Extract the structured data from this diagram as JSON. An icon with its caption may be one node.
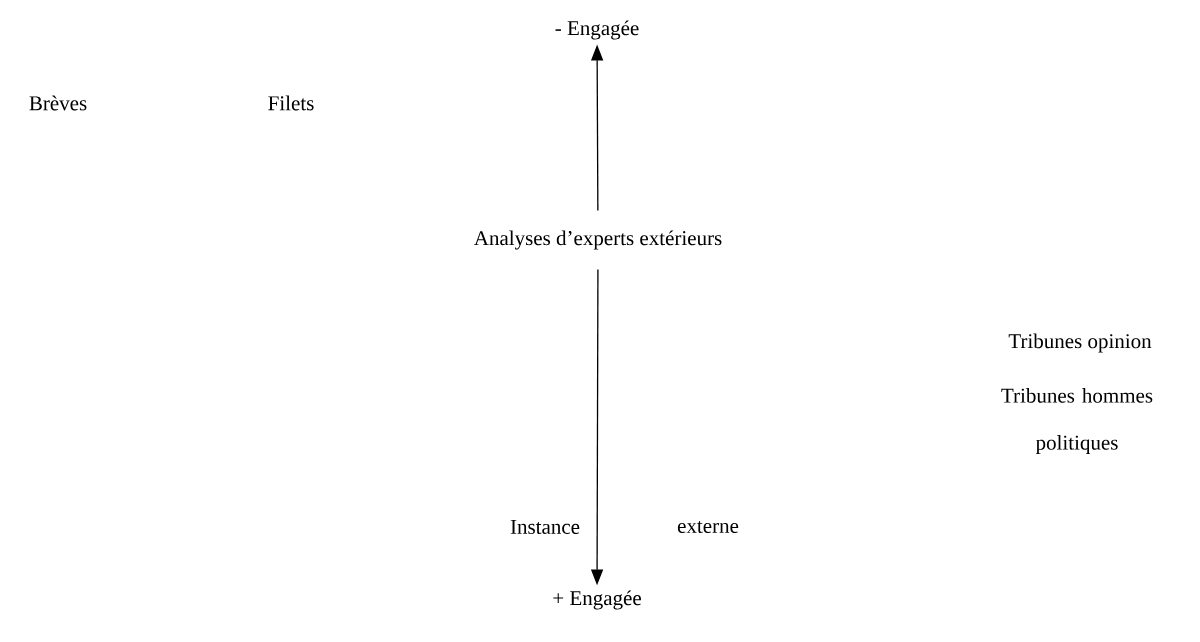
{
  "diagram": {
    "nodes": [
      {
        "text": [
          "- Engagée"
        ]
      },
      {
        "text": [
          "Analyses d’experts extérieurs"
        ]
      },
      {
        "text": [
          "+ Engagée"
        ]
      }
    ],
    "edges": [
      {
        "from": 1,
        "to": 0,
        "arrow": "to"
      },
      {
        "from": 1,
        "to": 2,
        "arrow": "to"
      }
    ],
    "labels": [
      "Brèves",
      "Filets",
      "Tribunes opinion",
      "Tribunes hommes politiques",
      "Instance",
      "externe"
    ]
  }
}
